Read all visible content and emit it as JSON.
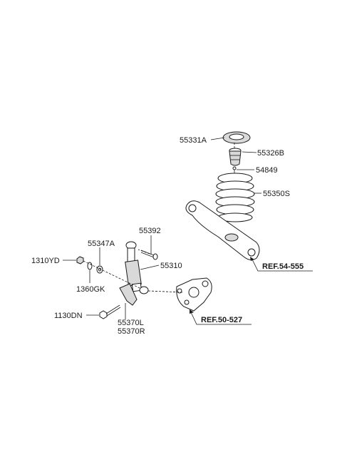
{
  "parts": {
    "p55331A": "55331A",
    "p55326B": "55326B",
    "p54849": "54849",
    "p55350S": "55350S",
    "p55392": "55392",
    "p55347A": "55347A",
    "p55310": "55310",
    "p1310YD": "1310YD",
    "p1360GK": "1360GK",
    "p1130DN": "1130DN",
    "p55370L": "55370L",
    "p55370R": "55370R"
  },
  "refs": {
    "ref_arm": "REF.54-555",
    "ref_knuckle": "REF.50-527"
  }
}
